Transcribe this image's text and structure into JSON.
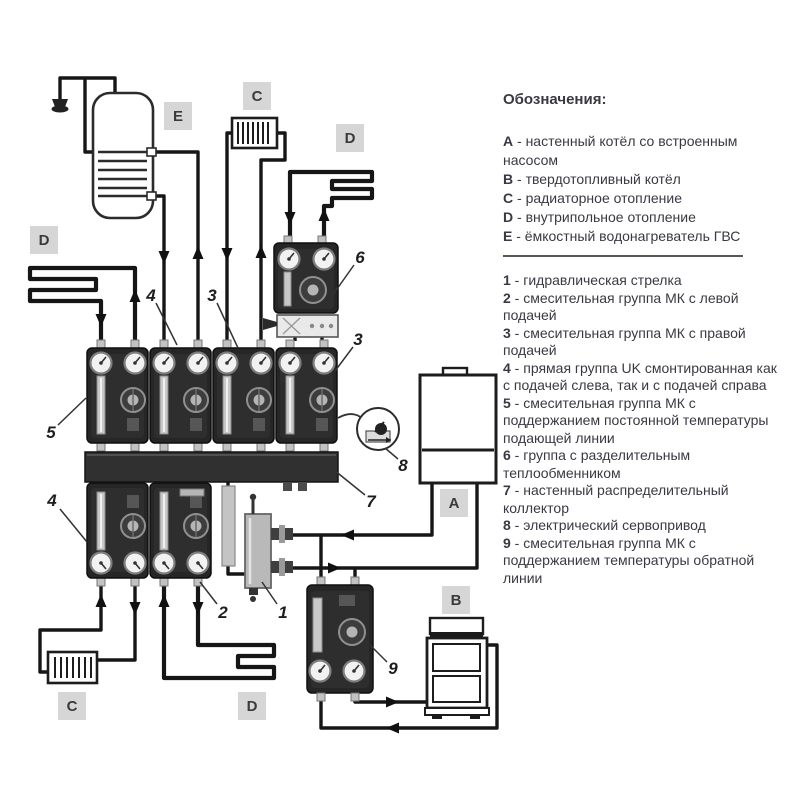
{
  "legend": {
    "title": "Обозначения:",
    "letter_items": [
      {
        "key": "A",
        "text": "настенный котёл со встроенным насосом"
      },
      {
        "key": "B",
        "text": "твердотопливный котёл"
      },
      {
        "key": "C",
        "text": "радиаторное отопление"
      },
      {
        "key": "D",
        "text": "внутрипольное отопление"
      },
      {
        "key": "E",
        "text": "ёмкостный водонагреватель ГВС"
      }
    ],
    "number_items": [
      {
        "key": "1",
        "text": "гидравлическая стрелка"
      },
      {
        "key": "2",
        "text": "смесительная группа МК с левой подачей"
      },
      {
        "key": "3",
        "text": "смесительная группа МК с правой подачей"
      },
      {
        "key": "4",
        "text": "прямая группа UK смонтированная как с подачей слева, так и с подачей справа"
      },
      {
        "key": "5",
        "text": "смесительная группа МК с поддержанием постоянной температуры подающей линии"
      },
      {
        "key": "6",
        "text": "группа с разделительным теплообменником"
      },
      {
        "key": "7",
        "text": "настенный распределительный коллектор"
      },
      {
        "key": "8",
        "text": "электрический сервопривод"
      },
      {
        "key": "9",
        "text": "смесительная группа МК с поддержанием температуры обратной линии"
      }
    ]
  },
  "diagram": {
    "area_labels": {
      "e": "E",
      "c_top": "C",
      "d_top": "D",
      "d_left": "D",
      "a": "A",
      "b": "B",
      "c_bottom": "C",
      "d_bottom": "D"
    },
    "callouts": {
      "n5": "5",
      "n4_top": "4",
      "n3_top": "3",
      "n3_right": "3",
      "n6": "6",
      "n8": "8",
      "n7": "7",
      "n4_bottom": "4",
      "n2": "2",
      "n1": "1",
      "n9": "9"
    }
  },
  "colors": {
    "pipe": "#161616",
    "module": "#262626",
    "label_box": "#d6d6d6",
    "legend_text": "#393943"
  }
}
